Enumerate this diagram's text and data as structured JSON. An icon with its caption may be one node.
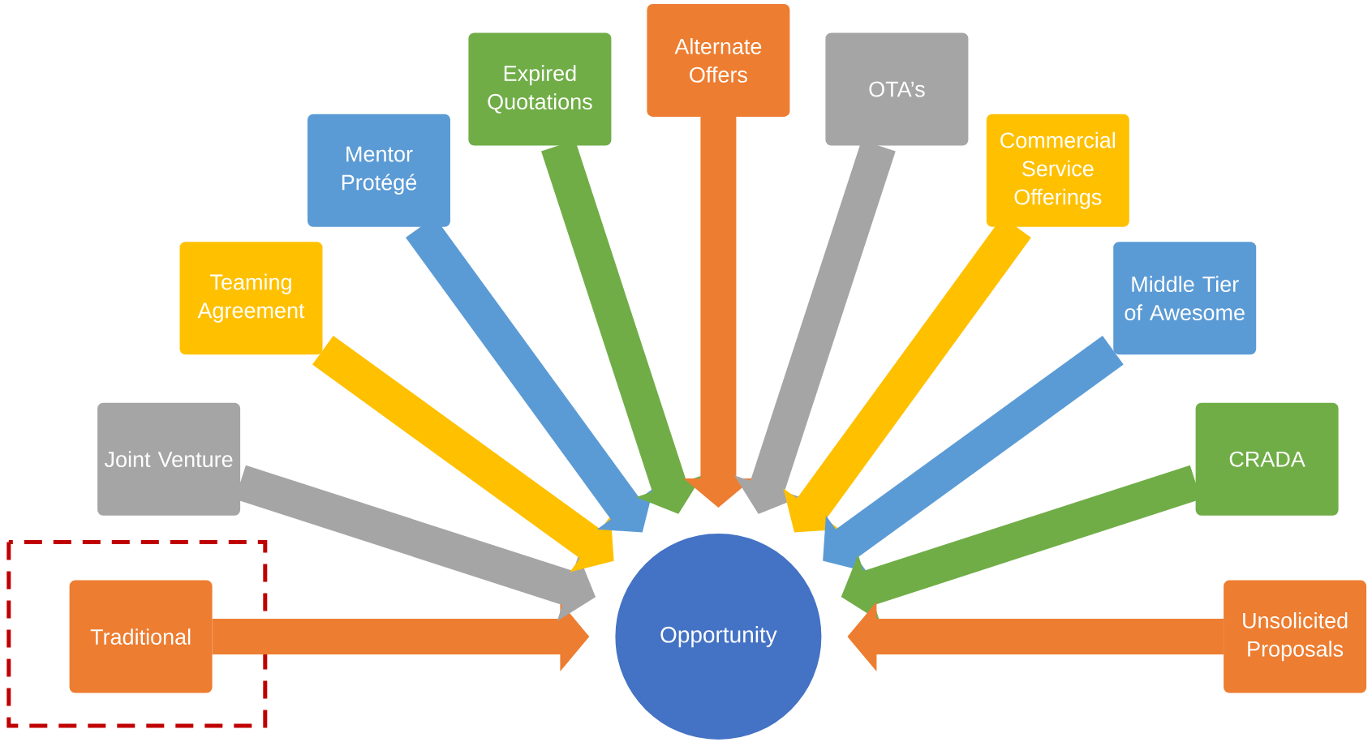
{
  "diagram": {
    "nodes": [
      {
        "text": [
          "Traditional"
        ]
      },
      {
        "text": [
          "Joint Venture"
        ]
      },
      {
        "text": [
          "Teaming Agreement"
        ]
      },
      {
        "text": [
          "Mentor Protégé"
        ]
      },
      {
        "text": [
          "Expired Quotations"
        ]
      },
      {
        "text": [
          "Alternate Offers"
        ]
      },
      {
        "text": [
          "OTA’s"
        ]
      },
      {
        "text": [
          "Commercial Service Offerings"
        ]
      },
      {
        "text": [
          "Middle Tier of Awesome"
        ]
      },
      {
        "text": [
          "CRADA"
        ]
      },
      {
        "text": [
          "Unsolicited Proposals"
        ]
      },
      {
        "text": [
          "Opportunity"
        ]
      }
    ],
    "edges": [
      {
        "from": 0,
        "to": 11,
        "arrow": "to",
        "color": "#ed7d31"
      },
      {
        "from": 1,
        "to": 11,
        "arrow": "to",
        "color": "#a5a5a5"
      },
      {
        "from": 2,
        "to": 11,
        "arrow": "to",
        "color": "#ffc000"
      },
      {
        "from": 3,
        "to": 11,
        "arrow": "to",
        "color": "#5b9bd5"
      },
      {
        "from": 4,
        "to": 11,
        "arrow": "to",
        "color": "#70ad47"
      },
      {
        "from": 5,
        "to": 11,
        "arrow": "to",
        "color": "#ed7d31"
      },
      {
        "from": 6,
        "to": 11,
        "arrow": "to",
        "color": "#a5a5a5"
      },
      {
        "from": 7,
        "to": 11,
        "arrow": "to",
        "color": "#ffc000"
      },
      {
        "from": 8,
        "to": 11,
        "arrow": "to",
        "color": "#5b9bd5"
      },
      {
        "from": 9,
        "to": 11,
        "arrow": "to",
        "color": "#70ad47"
      },
      {
        "from": 10,
        "to": 11,
        "arrow": "to",
        "color": "#ed7d31"
      }
    ]
  }
}
